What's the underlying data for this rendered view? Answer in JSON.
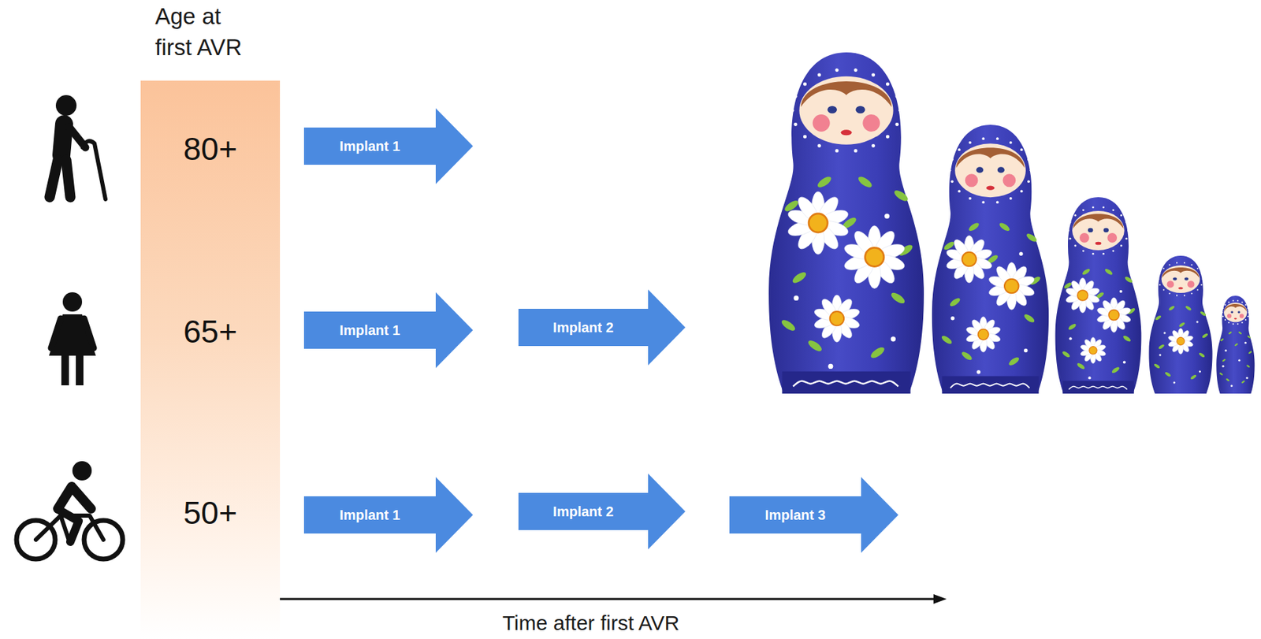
{
  "diagram": {
    "nodes": [
      {
        "text": [
          "Age at first AVR",
          "80+",
          "65+",
          "50+"
        ]
      },
      {
        "text": [
          "Implant 1"
        ]
      },
      {
        "text": [
          "Implant 1"
        ]
      },
      {
        "text": [
          "Implant 2"
        ]
      },
      {
        "text": [
          "Implant 1"
        ]
      },
      {
        "text": [
          "Implant 2"
        ]
      },
      {
        "text": [
          "Implant 3"
        ]
      }
    ],
    "labels": [
      "Time after first AVR"
    ]
  }
}
